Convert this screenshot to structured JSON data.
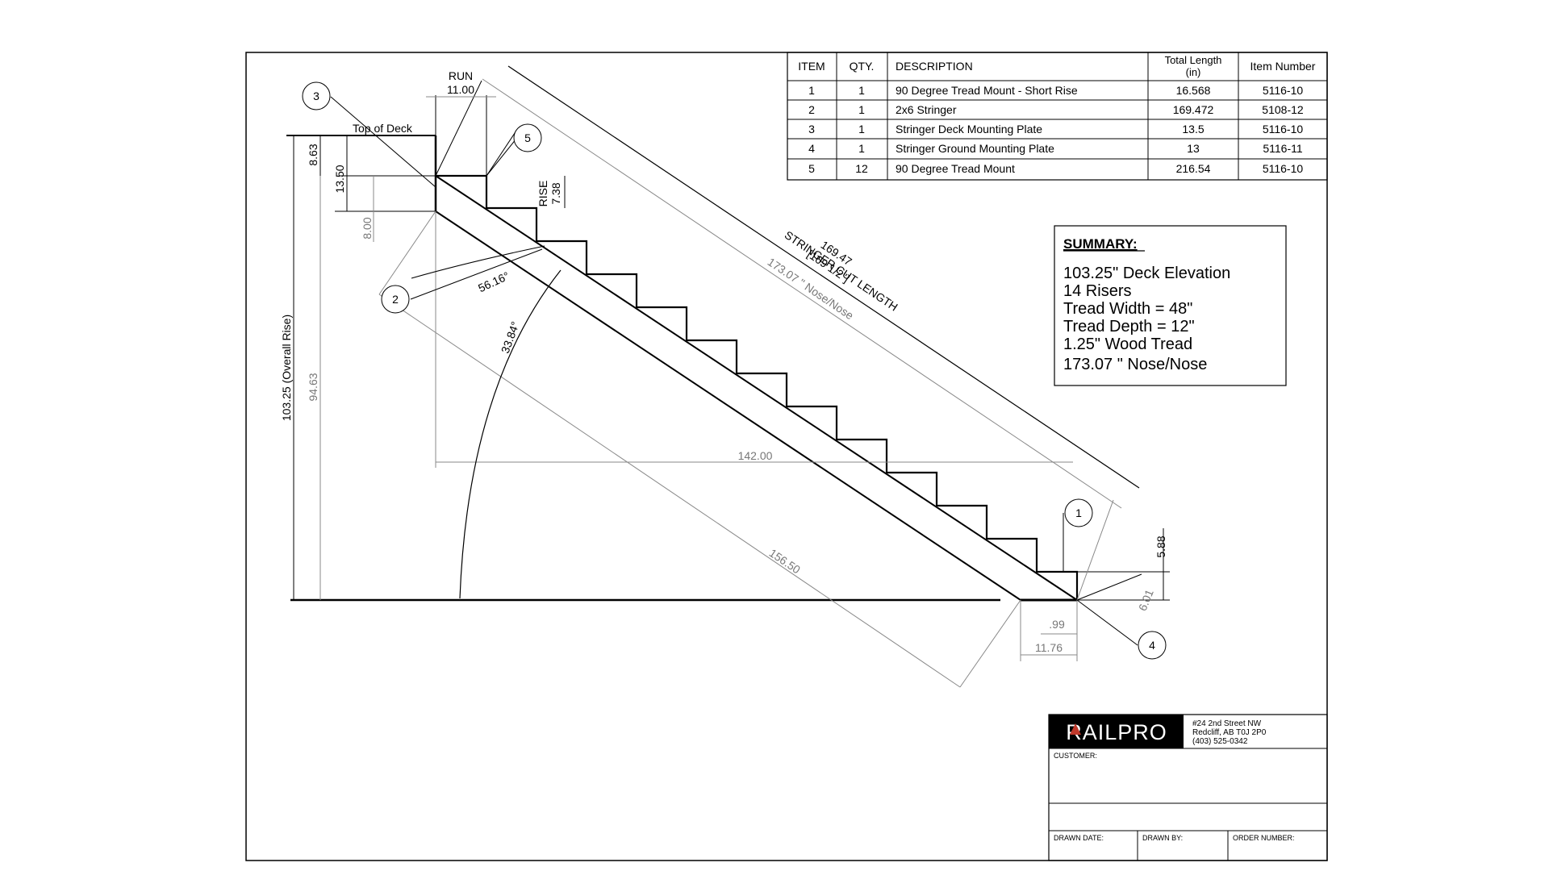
{
  "bom": {
    "headers": [
      "ITEM",
      "QTY.",
      "DESCRIPTION",
      "Total Length",
      "(in)",
      "Item Number"
    ],
    "rows": [
      [
        "1",
        "1",
        "90 Degree Tread Mount - Short Rise",
        "16.568",
        "5116-10"
      ],
      [
        "2",
        "1",
        "2x6 Stringer",
        "169.472",
        "5108-12"
      ],
      [
        "3",
        "1",
        "Stringer Deck Mounting Plate",
        "13.5",
        "5116-10"
      ],
      [
        "4",
        "1",
        "Stringer Ground Mounting Plate",
        "13",
        "5116-11"
      ],
      [
        "5",
        "12",
        "90 Degree Tread Mount",
        "216.54",
        "5116-10"
      ]
    ]
  },
  "summary": {
    "title": "SUMMARY:",
    "lines": [
      "103.25\" Deck Elevation",
      "14 Risers",
      "Tread Width = 48\"",
      "Tread Depth = 12\"",
      "1.25\" Wood Tread",
      "173.07 \" Nose/Nose"
    ]
  },
  "labels": {
    "run": "RUN",
    "run_value": "11.00",
    "top_of_deck": "Top of Deck",
    "rise": "RISE",
    "rise_value": "7.38",
    "stringer_cut": "STRINGER CUT LENGTH",
    "stringer_value": "169.47",
    "stringer_fraction": "[169 1/2\"]",
    "nose_nose": "173.07 \" Nose/Nose",
    "overall_rise": "103.25 (Overall Rise)",
    "d_863": "8.63",
    "d_1350": "13.50",
    "d_800": "8.00",
    "d_9463": "94.63",
    "angle_5616": "56.16°",
    "angle_3384": "33.84°",
    "d_14200": "142.00",
    "d_15650": "156.50",
    "d_588": "5.88",
    "d_601": "6.01",
    "d_099": ".99",
    "d_1176": "11.76"
  },
  "callouts": [
    "1",
    "2",
    "3",
    "4",
    "5"
  ],
  "title_block": {
    "logo": "RAILPRO",
    "address_1": "#24 2nd Street NW",
    "address_2": "Redcliff, AB  T0J 2P0",
    "phone": "(403) 525-0342",
    "customer_label": "CUSTOMER:",
    "drawn_date_label": "DRAWN DATE:",
    "drawn_by_label": "DRAWN BY:",
    "order_number_label": "ORDER NUMBER:"
  },
  "colors": {
    "line": "#000000",
    "dimension": "#888888",
    "logo_accent": "#c0392b"
  }
}
